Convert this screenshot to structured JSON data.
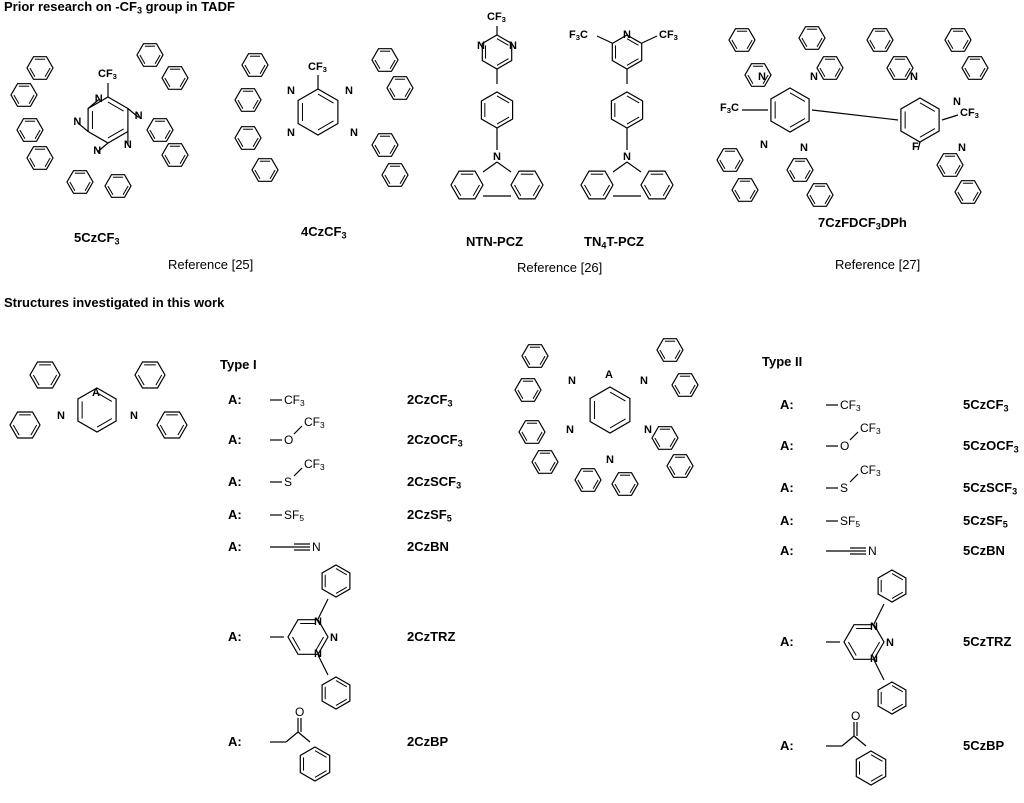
{
  "headers": {
    "prior": "Prior research on -CF3 group in TADF",
    "structures": "Structures investigated in this work"
  },
  "prior": {
    "compounds": [
      "5CzCF3",
      "4CzCF3",
      "NTN-PCZ",
      "TN4T-PCZ",
      "7CzFDCF3DPh"
    ],
    "references": [
      "Reference [25]",
      "Reference [26]",
      "Reference [27]"
    ]
  },
  "type1": {
    "label": "Type I",
    "rows": [
      {
        "a": "A:",
        "group": "CF3",
        "name": "2CzCF3"
      },
      {
        "a": "A:",
        "group": "OCF3",
        "name": "2CzOCF3"
      },
      {
        "a": "A:",
        "group": "SCF3",
        "name": "2CzSCF3"
      },
      {
        "a": "A:",
        "group": "SF5",
        "name": "2CzSF5"
      },
      {
        "a": "A:",
        "group": "CN",
        "name": "2CzBN"
      },
      {
        "a": "A:",
        "group": "TRZ",
        "name": "2CzTRZ"
      },
      {
        "a": "A:",
        "group": "BP",
        "name": "2CzBP"
      }
    ]
  },
  "type2": {
    "label": "Type II",
    "rows": [
      {
        "a": "A:",
        "group": "CF3",
        "name": "5CzCF3"
      },
      {
        "a": "A:",
        "group": "OCF3",
        "name": "5CzOCF3"
      },
      {
        "a": "A:",
        "group": "SCF3",
        "name": "5CzSCF3"
      },
      {
        "a": "A:",
        "group": "SF5",
        "name": "5CzSF5"
      },
      {
        "a": "A:",
        "group": "CN",
        "name": "5CzBN"
      },
      {
        "a": "A:",
        "group": "TRZ",
        "name": "5CzTRZ"
      },
      {
        "a": "A:",
        "group": "BP",
        "name": "5CzBP"
      }
    ]
  },
  "atoms": {
    "N": "N",
    "A": "A",
    "F": "F",
    "O": "O",
    "S": "S",
    "CF3": "CF3",
    "F3C": "F3C",
    "SF5": "SF5"
  }
}
